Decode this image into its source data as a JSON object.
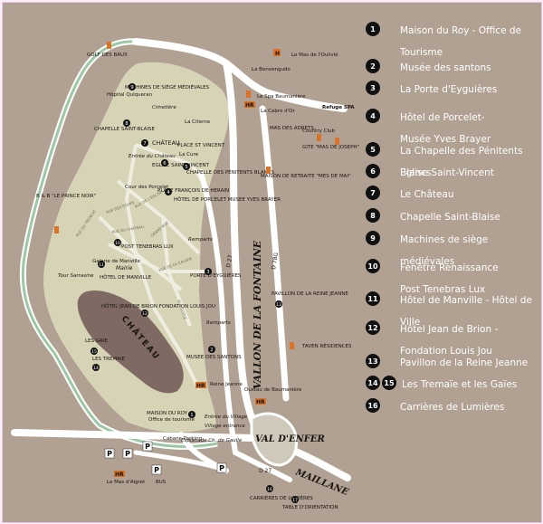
{
  "legend": [
    {
      "nums": [
        "1"
      ],
      "lines": [
        "Maison du Roy - Office de",
        "Tourisme"
      ]
    },
    {
      "nums": [
        "2"
      ],
      "lines": [
        "Musée des santons"
      ]
    },
    {
      "nums": [
        "3"
      ],
      "lines": [
        "La Porte d'Eyguières"
      ]
    },
    {
      "nums": [
        "4"
      ],
      "lines": [
        "Hôtel de Porcelet-",
        "Musée Yves Brayer"
      ]
    },
    {
      "nums": [
        "5"
      ],
      "lines": [
        "La Chapelle des Pénitents Blancs"
      ]
    },
    {
      "nums": [
        "6"
      ],
      "lines": [
        "Eglise Saint-Vincent"
      ]
    },
    {
      "nums": [
        "7"
      ],
      "lines": [
        "Le Château"
      ]
    },
    {
      "nums": [
        "8"
      ],
      "lines": [
        "Chapelle Saint-Blaise"
      ]
    },
    {
      "nums": [
        "9"
      ],
      "lines": [
        "Machines de siège médiévales"
      ]
    },
    {
      "nums": [
        "10"
      ],
      "lines": [
        "Fenêtre Renaissance",
        "Post Tenebras Lux"
      ]
    },
    {
      "nums": [
        "11"
      ],
      "lines": [
        "Hôtel de Manville - Hôtel de Ville"
      ]
    },
    {
      "nums": [
        "12"
      ],
      "lines": [
        "Hôtel Jean de Brion -",
        "Fondation Louis Jou"
      ]
    },
    {
      "nums": [
        "13"
      ],
      "lines": [
        "Pavillon de la Reine Jeanne"
      ]
    },
    {
      "nums": [
        "14",
        "15"
      ],
      "lines": [
        "Les Tremaïe et les Gaïes"
      ]
    },
    {
      "nums": [
        "16"
      ],
      "lines": [
        "Carrières de Lumières"
      ]
    }
  ],
  "map": {
    "roads": {
      "vallon": "VALLON DE LA FONTAINE",
      "val_denfer": "VAL D'ENFER",
      "maillane": "MAILLANE",
      "d27": "D 27",
      "d27a": "D 27",
      "d78g": "D 78G"
    },
    "places": {
      "golf": "GOLF DES BAUX",
      "benvengudo": "La Benvengudo",
      "mas_oulivie": "Le Mas de l'Oulivié",
      "machines": "MACHINES DE SIÈGE MÉDIÉVALES",
      "hopital": "Hôpital Quiqueran",
      "cimetiere": "Cimetière",
      "cisterne": "La Citerne",
      "spa": "Le Spa Baumanière",
      "cabro": "La Cabro d'Or",
      "refuge": "Refuge SPA",
      "mas_adrets": "MAS DES ADRETS",
      "country": "Country Club",
      "gite": "GITE \"MAS DE JOSEPH\"",
      "retraite": "MAISON DE RETRAITE \"MES DE MAI\"",
      "chapelle_sb": "CHAPELLE SAINT-BLAISE",
      "chateau": "CHÂTEAU",
      "entree_chateau": "Entrée du Château",
      "place_st_vincent": "PLACE ST VINCENT",
      "eglise": "EGLISE SAINT-VINCENT",
      "cure": "La Cure",
      "chapelle_pb": "CHAPELLE DES PÉNITENTS BLANCS",
      "cour_porcelet": "Cour des Porcelet",
      "place_fm": "PLACE FRANÇOIS DE HERAIN",
      "hotel_porcelet": "HÔTEL DE PORCELET MUSEE YVES BRAYER",
      "bnb": "B & B \"LE PRINCE NOIR\"",
      "post_tenebras": "POST TENEBRAS LUX",
      "remparts1": "Remparts",
      "galerie": "Galerie de Manville",
      "mairie": "Mairie",
      "hotel_manville": "HÔTEL DE MANVILLE",
      "tour_sarrasine": "Tour Sarrasine",
      "porte_eyg": "PORTE D'EYGUIÈRES",
      "pavillon": "PAVILLON DE LA REINE JEANNE",
      "hotel_brion": "HÔTEL JEAN DE BRION FONDATION LOUIS JOU",
      "chateau_area": "CHÂTEAU",
      "remparts2": "Remparts",
      "les_gaie": "LES GAIE",
      "les_tremaie": "LES TREMAIE",
      "musee_santons": "MUSEE DES SANTONS",
      "taven": "TAVEN RÉSIDENCES",
      "reine_jeanne": "Reine Jeanne",
      "oustau": "Oustau de Baumanière",
      "maison_roy": "MAISON DU ROY",
      "office": "Office de tourisme",
      "entree_village": "Entrée du Village",
      "village_entrance": "Village entrance",
      "esplanade": "Esplanade Ch. de Gaulle",
      "cabane": "Cabane Parking",
      "mas_aigret": "Le Mas d'Aigret",
      "bus": "BUS",
      "carrieres": "CARRIÈRES DE LUMIÈRES",
      "table": "TABLE D'ORIENTATION",
      "hr": "HR",
      "h": "H",
      "rue1": "RUE DU TRENCAT",
      "rue2": "RUE DES FOURS",
      "rue3": "RUE DE L'ÉGLISE",
      "rue4": "GRAND RUE",
      "rue5": "RUE DE LA CALADE",
      "rue6": "RUE ÉCOLE",
      "rue7": "RUE DU CHÂTEAU"
    },
    "markers": [
      "1",
      "2",
      "3",
      "4",
      "5",
      "6",
      "7",
      "8",
      "9",
      "10",
      "11",
      "12",
      "13",
      "14",
      "15",
      "16",
      "17"
    ],
    "parking": "P"
  },
  "colors": {
    "background": "#b0a192",
    "village": "#d6d3b6",
    "castle": "#7e6a62",
    "road": "#ffffff",
    "path": "#9cc8a5",
    "marker": "#111111",
    "hotel": "#d9732a",
    "legend_text": "#ffffff"
  }
}
